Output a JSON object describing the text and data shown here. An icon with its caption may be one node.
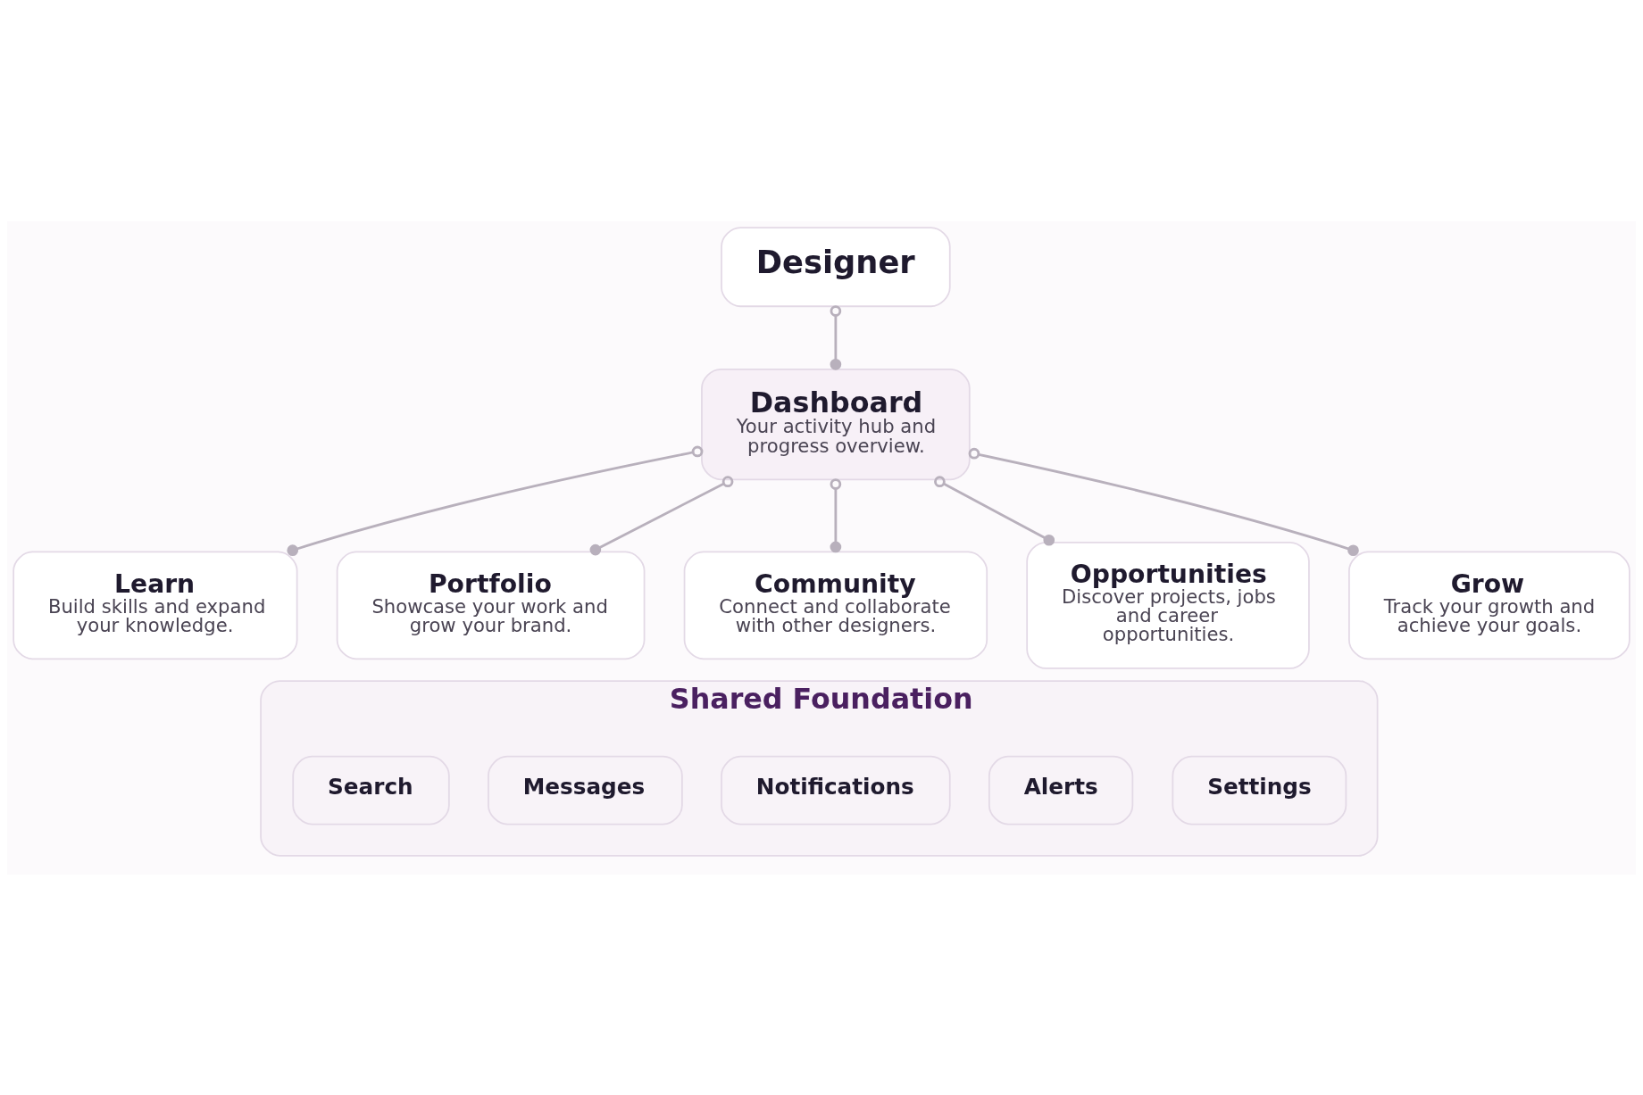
{
  "diagram": {
    "nodes": [
      {
        "text": [
          "Designer"
        ]
      },
      {
        "text": [
          "Dashboard",
          "Your activity hub and progress overview."
        ]
      },
      {
        "text": [
          "Learn",
          "Build skills and expand your knowledge."
        ]
      },
      {
        "text": [
          "Portfolio",
          "Showcase your work and grow your brand."
        ]
      },
      {
        "text": [
          "Community",
          "Connect and collaborate with other designers."
        ]
      },
      {
        "text": [
          "Opportunities",
          "Discover projects, jobs and career opportunities."
        ]
      },
      {
        "text": [
          "Grow",
          "Track your growth and achieve your goals."
        ]
      },
      {
        "text": [
          "Shared Foundation"
        ]
      },
      {
        "text": [
          "Search"
        ],
        "in": 7
      },
      {
        "text": [
          "Messages"
        ],
        "in": 7
      },
      {
        "text": [
          "Notifications"
        ],
        "in": 7
      },
      {
        "text": [
          "Alerts"
        ],
        "in": 7
      },
      {
        "text": [
          "Settings"
        ],
        "in": 7
      }
    ],
    "edges": [
      {
        "from": 0,
        "to": 1,
        "arrow": "other"
      },
      {
        "from": 1,
        "to": 2,
        "arrow": "other"
      },
      {
        "from": 1,
        "to": 3,
        "arrow": "other"
      },
      {
        "from": 1,
        "to": 4,
        "arrow": "other"
      },
      {
        "from": 1,
        "to": 5,
        "arrow": "other"
      },
      {
        "from": 1,
        "to": 6,
        "arrow": "other"
      }
    ]
  }
}
